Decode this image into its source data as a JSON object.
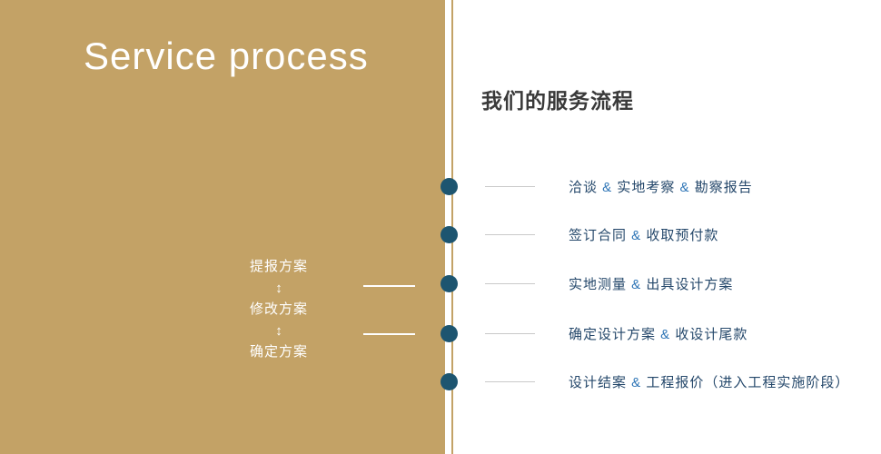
{
  "colors": {
    "gold": "#c3a266",
    "dot_blue": "#1d5570",
    "step_text": "#25486b",
    "ampersand": "#2e75b6",
    "heading_text": "#3a3a3a",
    "gray_line": "#c9c9c9"
  },
  "left_panel": {
    "title": "Service process",
    "flow": {
      "steps": [
        "提报方案",
        "修改方案",
        "确定方案"
      ],
      "arrow": "↕"
    }
  },
  "right_panel": {
    "heading": "我们的服务流程",
    "steps": [
      {
        "parts": [
          "洽谈",
          "实地考察",
          "勘察报告"
        ]
      },
      {
        "parts": [
          "签订合同",
          "收取预付款"
        ]
      },
      {
        "parts": [
          "实地测量",
          "出具设计方案"
        ]
      },
      {
        "parts": [
          "确定设计方案",
          "收设计尾款"
        ]
      },
      {
        "parts": [
          "设计结案",
          "工程报价（进入工程实施阶段）"
        ]
      }
    ]
  }
}
